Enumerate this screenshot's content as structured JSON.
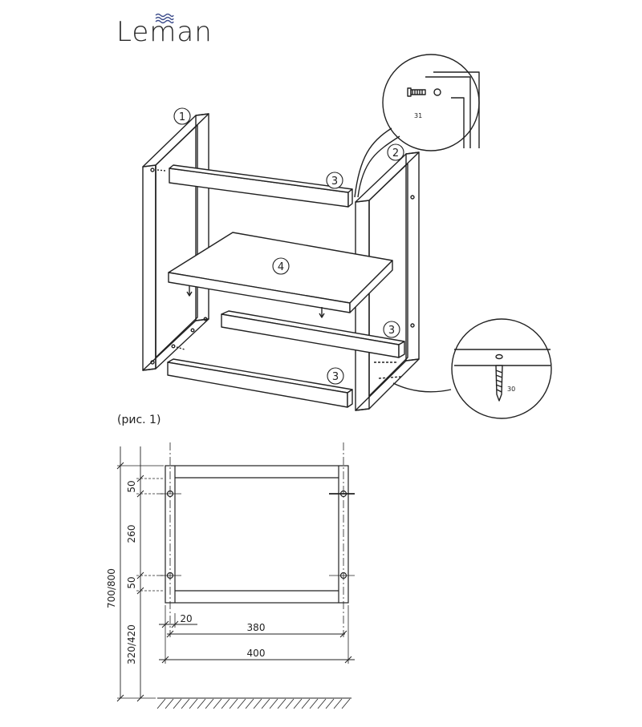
{
  "brand": {
    "logo": "Leman"
  },
  "caption": "(рис. 1)",
  "parts": {
    "side_left": "1",
    "side_right": "2",
    "rail_top": "3",
    "rail_bottom_back": "3",
    "rail_bottom_front": "3",
    "shelf": "4"
  },
  "details": {
    "wall_screw_len": "31",
    "floor_screw_len": "30"
  },
  "dimensions": {
    "d1": "50",
    "d2": "260",
    "d3": "50",
    "total_height": "700/800",
    "leg_height": "320/420",
    "offset": "20",
    "inner_width": "380",
    "outer_width": "400"
  }
}
